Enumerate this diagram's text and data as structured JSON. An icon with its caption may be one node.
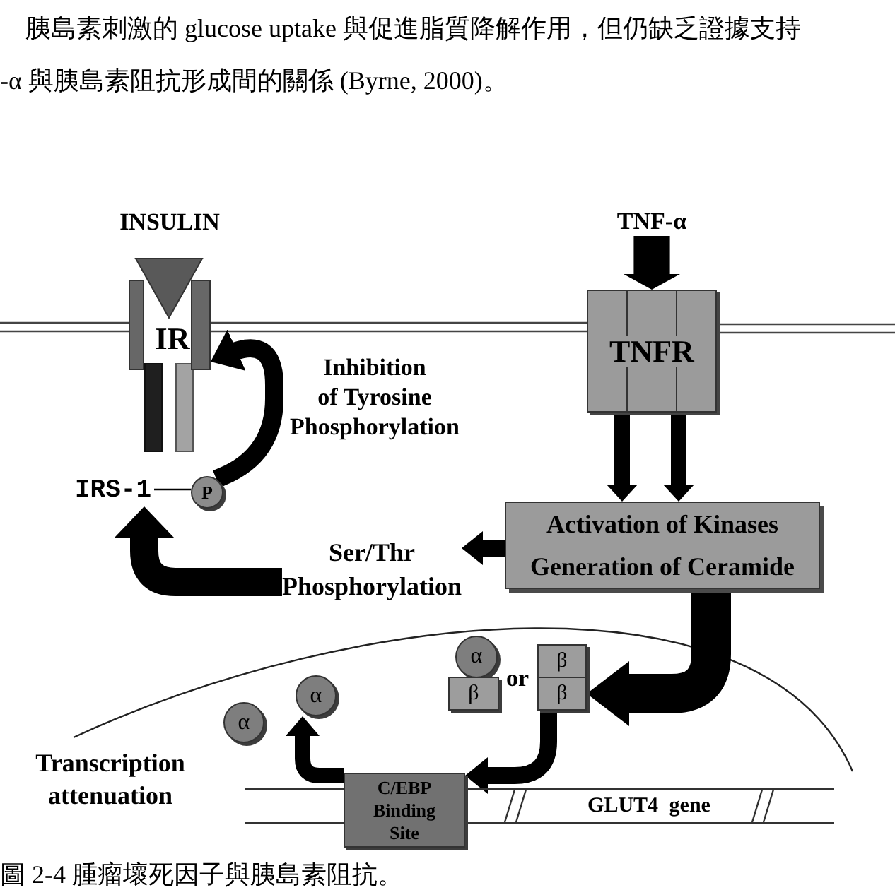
{
  "diagram": {
    "caption": "圖 2-4 腫瘤壞死因子與胰島素阻抗。",
    "nodes": [
      {
        "text": [
          "TNF-α"
        ]
      },
      {
        "text": [
          "IR"
        ]
      },
      {
        "text": [
          "TNFR"
        ]
      },
      {
        "text": [
          "IRS-1"
        ]
      },
      {
        "text": [
          "P"
        ]
      },
      {
        "text": [
          "Activation of Kinases",
          "Generation of Ceramide"
        ]
      },
      {
        "text": [
          "Ser/Thr Phosphorylation"
        ]
      },
      {
        "text": [
          "α"
        ]
      },
      {
        "text": [
          "β"
        ]
      },
      {
        "text": [
          "β"
        ]
      },
      {
        "text": [
          "β"
        ]
      },
      {
        "text": [
          "α"
        ]
      },
      {
        "text": [
          "α"
        ]
      },
      {
        "text": [
          "C/EBP Binding Site"
        ]
      },
      {
        "text": [
          "GLUT4 gene"
        ]
      }
    ],
    "edges": [
      {
        "from": 0,
        "to": 2,
        "arrow": "to",
        "style": "thick"
      },
      {
        "from": 2,
        "to": 5,
        "arrow": "to"
      },
      {
        "from": 2,
        "to": 5,
        "arrow": "to"
      },
      {
        "from": 4,
        "to": 1,
        "arrow": "to",
        "label": "Inhibition of Tyrosine Phosphorylation"
      },
      {
        "from": 3,
        "to": 4,
        "arrow": "none"
      },
      {
        "from": 5,
        "to": 6,
        "arrow": "to"
      },
      {
        "from": 6,
        "to": 3,
        "arrow": "to"
      },
      {
        "from": 5,
        "to": 10,
        "arrow": "to",
        "style": "thick"
      },
      {
        "from": 10,
        "to": 13,
        "arrow": "to"
      },
      {
        "from": 13,
        "to": 11,
        "arrow": "to"
      }
    ],
    "labels": [
      "胰島素刺激的 glucose uptake 與促進脂質降解作用，但仍缺乏證據支持",
      "-α 與胰島素阻抗形成間的關係 (Byrne, 2000)。",
      "INSULIN",
      "or",
      "Transcription attenuation"
    ]
  }
}
